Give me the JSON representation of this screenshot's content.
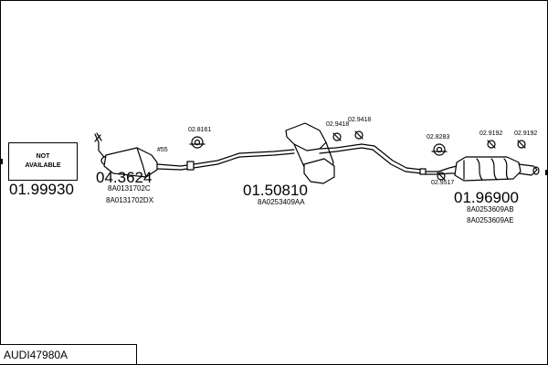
{
  "title": "AUDI47980A",
  "not_available": "NOT AVAILABLE",
  "parts": {
    "first": "01.99930",
    "front_pipe": "04.3624",
    "front_pipe_oem_1": "8A0131702C",
    "front_pipe_oem_2": "8A0131702DX",
    "middle": "01.50810",
    "middle_oem": "8A0253409AA",
    "rear": "01.96900",
    "rear_oem_1": "8A0253609AB",
    "rear_oem_2": "8A0253609AE"
  },
  "accessories": {
    "bolt": "#55",
    "clamp_1": "02.8161",
    "hanger_1": "02.9418",
    "hanger_2": "02.9418",
    "clamp_2": "02.8283",
    "hanger_3": "02.9517",
    "hanger_4": "02.9192",
    "hanger_5": "02.9192"
  }
}
